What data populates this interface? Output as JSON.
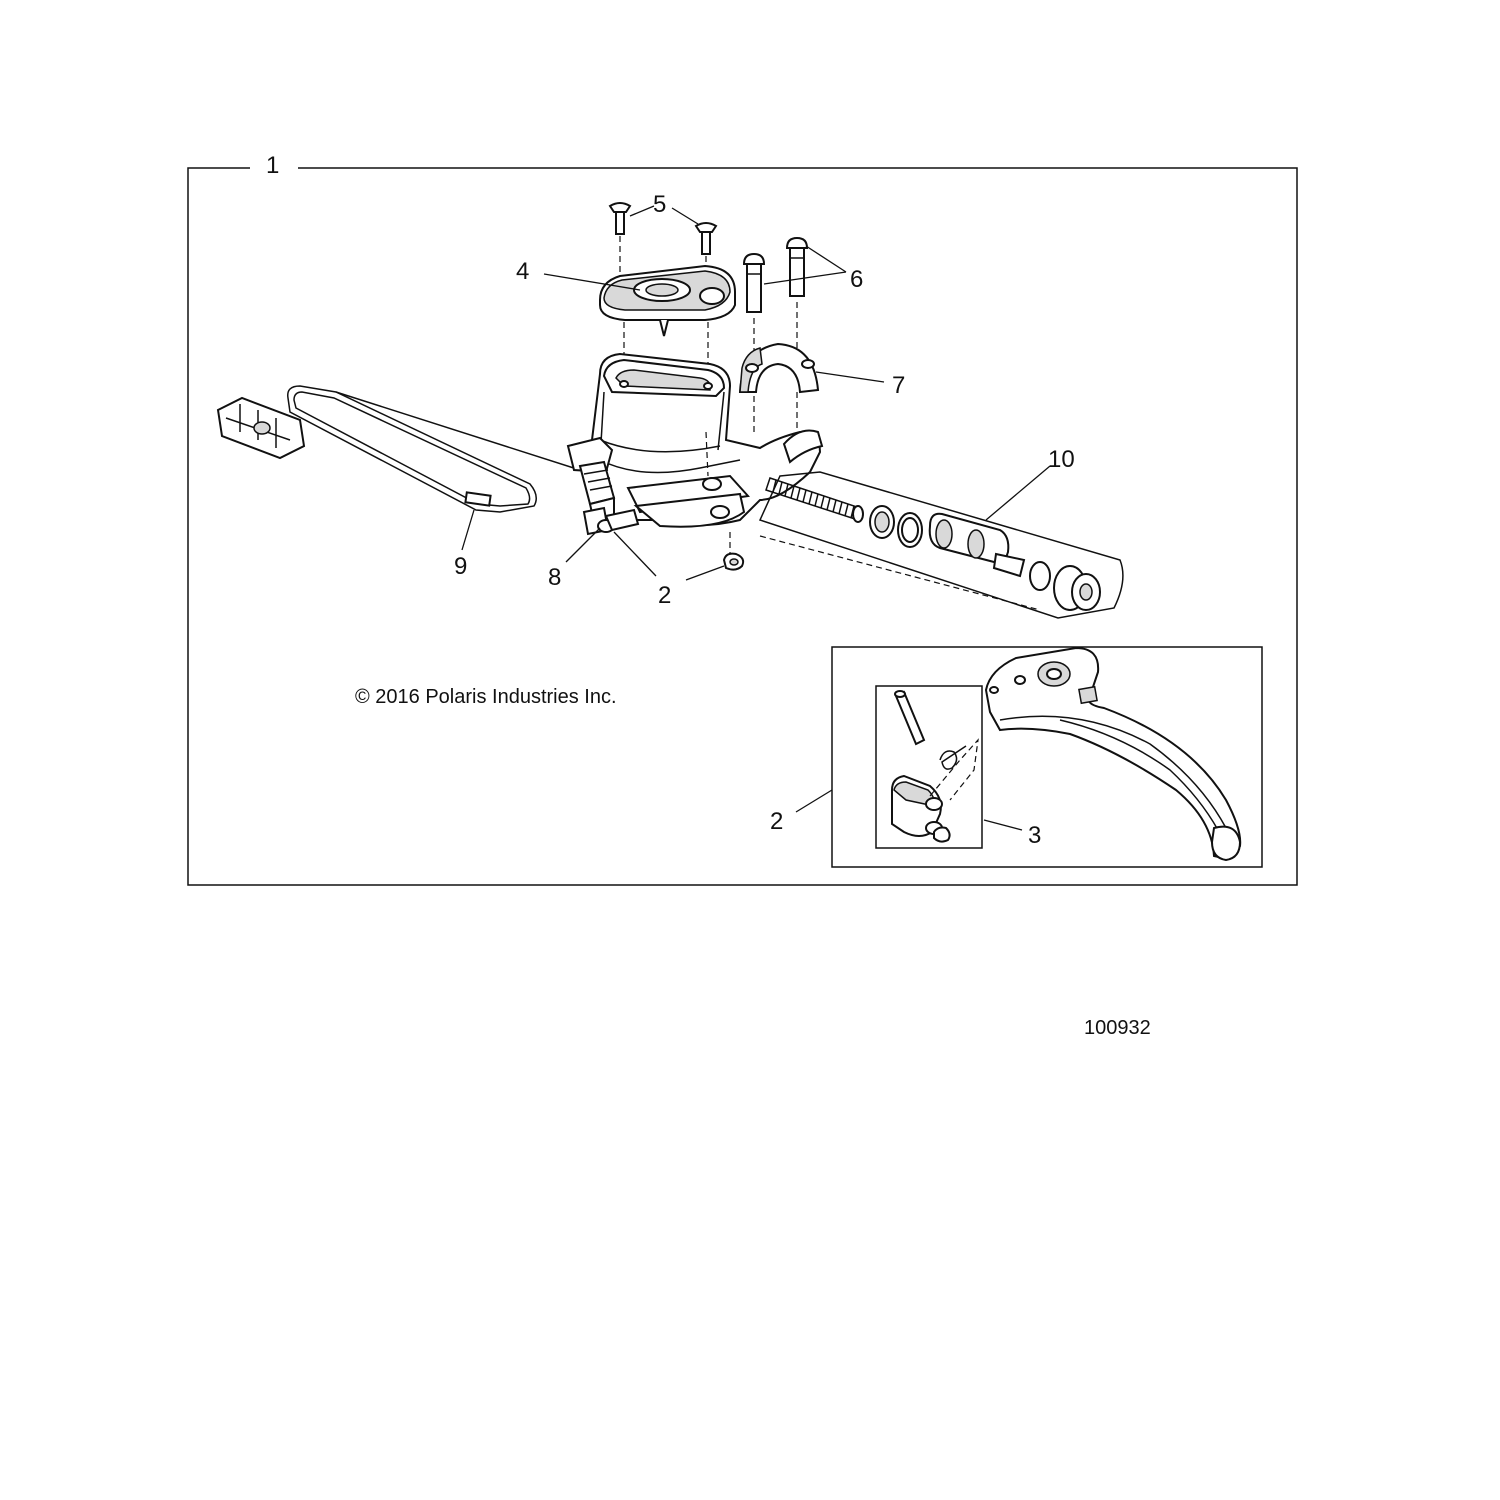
{
  "callouts": {
    "assembly": "1",
    "lever_kit": "2",
    "lever_kit_inset": "2",
    "pivot_kit": "3",
    "reservoir_cover": "4",
    "cover_screws": "5",
    "clamp_bolts": "6",
    "clamp": "7",
    "brake_switch": "8",
    "switch_harness": "9",
    "piston_kit": "10"
  },
  "copyright": "© 2016 Polaris Industries Inc.",
  "diagram_code": "100932"
}
